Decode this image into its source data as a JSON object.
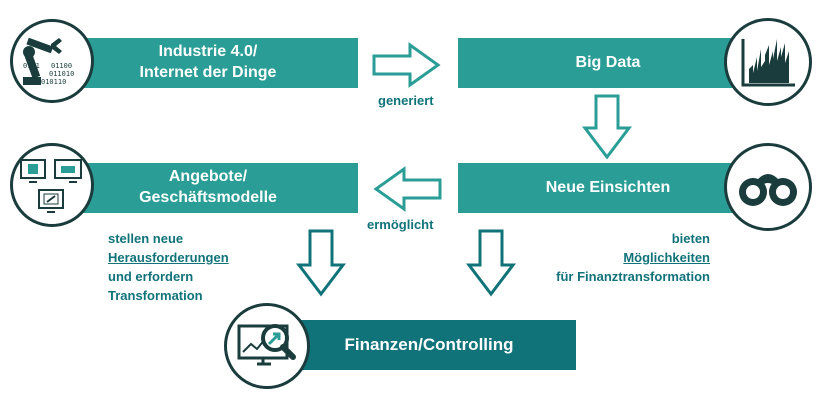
{
  "nodes": {
    "industrie": "Industrie 4.0/\nInternet der Dinge",
    "bigdata": "Big Data",
    "angebote": "Angebote/\nGeschäftsmodelle",
    "einsichten": "Neue Einsichten",
    "finanzen": "Finanzen/Controlling"
  },
  "edges": {
    "generiert": "generiert",
    "ermoeglicht": "ermöglicht"
  },
  "notes": {
    "left": {
      "l1": "stellen neue",
      "l2": "Herausforderungen",
      "l3": "und erfordern",
      "l4": "Transformation"
    },
    "right": {
      "l1": "bieten",
      "l2": "Möglichkeiten",
      "l3": "für Finanztransformation"
    }
  },
  "icons": {
    "industrie_binary": {
      "r1": "0101",
      "r2": "01100",
      "r3": "011010",
      "r4": "010110"
    }
  },
  "colors": {
    "teal_light": "#2a9d96",
    "teal_dark": "#11737a",
    "outline": "#1a3c3c"
  }
}
